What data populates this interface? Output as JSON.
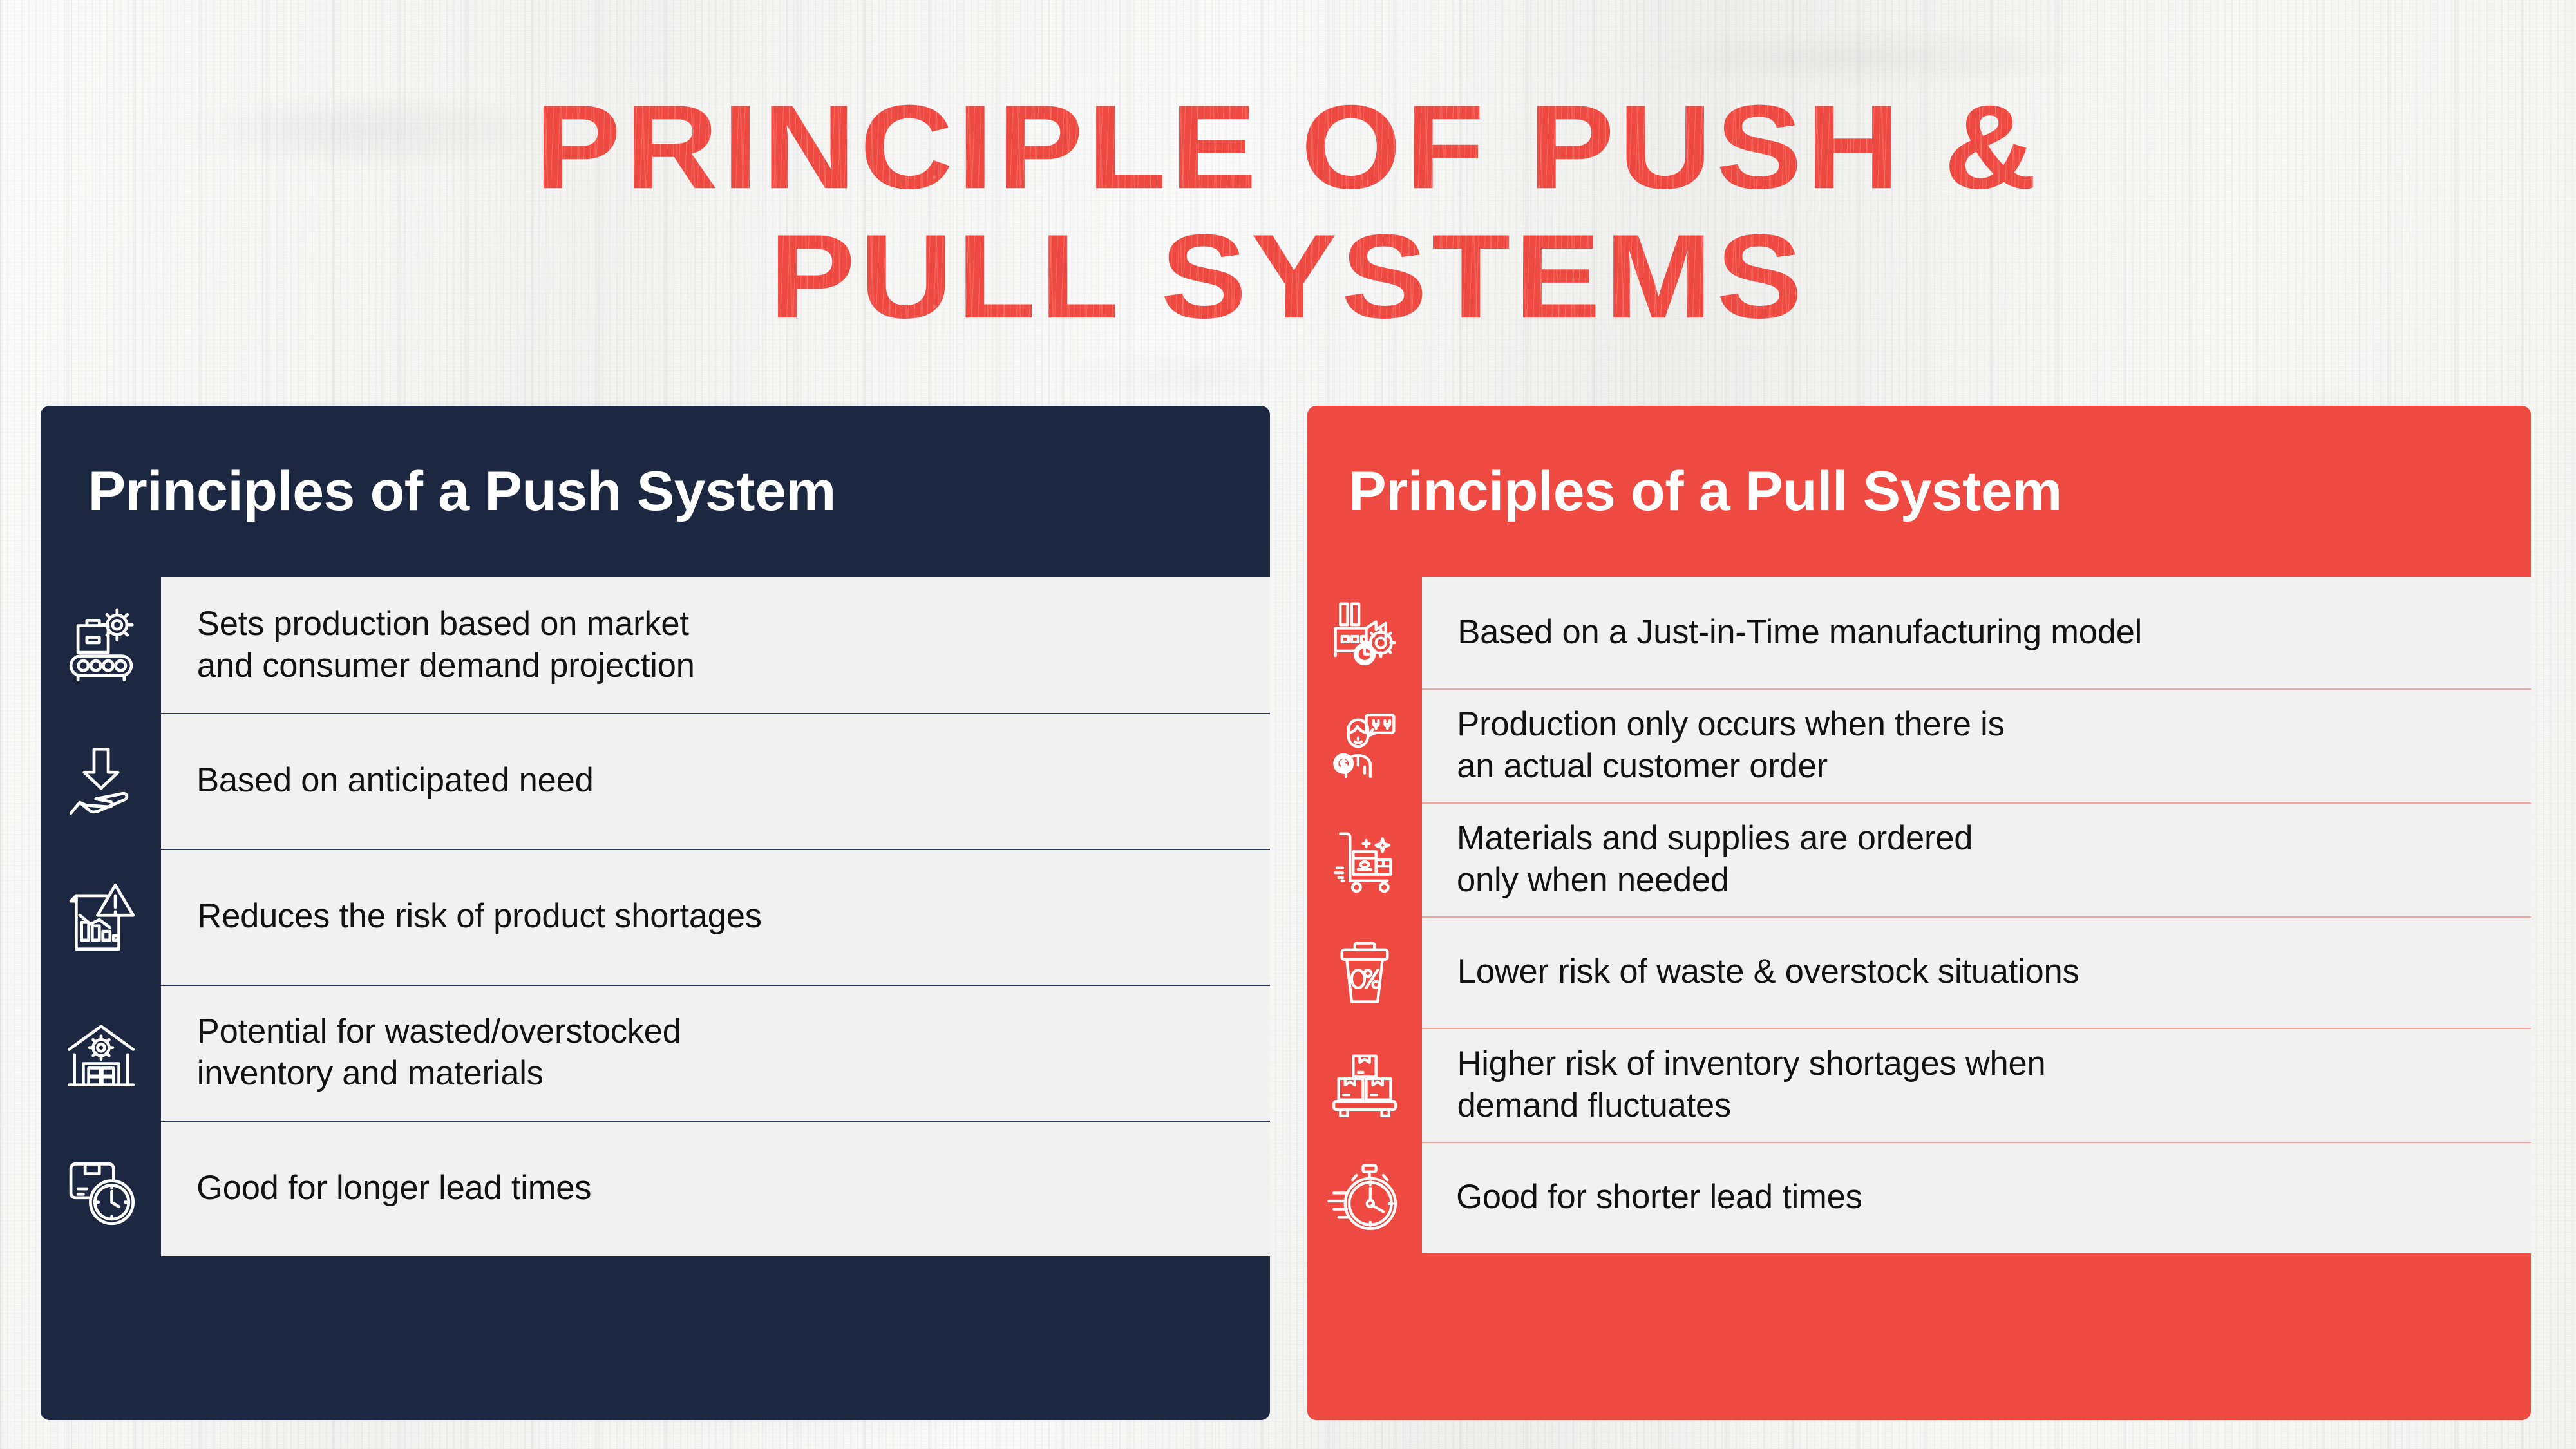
{
  "title": {
    "line1": "PRINCIPLE OF PUSH &",
    "line2": "PULL SYSTEMS"
  },
  "colors": {
    "navy": "#1C2841",
    "red": "#EE4A41",
    "row_background": "#F1F1F1",
    "text": "#121212",
    "page_background": "#F4F4F3",
    "icon_stroke": "#FFFFFF"
  },
  "push_panel": {
    "header": "Principles of a Push System",
    "rows": [
      {
        "icon": "conveyor-belt-gear-icon",
        "lines": [
          "Sets production based on market",
          "and consumer demand projection"
        ]
      },
      {
        "icon": "arrow-down-into-hand-icon",
        "lines": [
          "Based on anticipated need"
        ]
      },
      {
        "icon": "declining-chart-warning-icon",
        "lines": [
          "Reduces the risk of product shortages"
        ]
      },
      {
        "icon": "warehouse-gear-inventory-icon",
        "lines": [
          "Potential for wasted/overstocked",
          "inventory and materials"
        ]
      },
      {
        "icon": "package-clock-icon",
        "lines": [
          "Good for longer lead times"
        ]
      }
    ]
  },
  "pull_panel": {
    "header": "Principles of a Pull System",
    "rows": [
      {
        "icon": "factory-gear-clock-icon",
        "lines": [
          "Based on a Just-in-Time manufacturing model"
        ]
      },
      {
        "icon": "customer-order-money-icon",
        "lines": [
          "Production only occurs when there is",
          "an actual customer order"
        ]
      },
      {
        "icon": "hand-trolley-supplies-icon",
        "lines": [
          "Materials and supplies are ordered",
          "only when needed"
        ]
      },
      {
        "icon": "trash-bin-zero-percent-icon",
        "lines": [
          "Lower risk of waste & overstock situations"
        ]
      },
      {
        "icon": "stacked-boxes-pallet-icon",
        "lines": [
          "Higher risk of inventory shortages when",
          "demand fluctuates"
        ]
      },
      {
        "icon": "stopwatch-speed-icon",
        "lines": [
          "Good for shorter lead times"
        ]
      }
    ]
  }
}
